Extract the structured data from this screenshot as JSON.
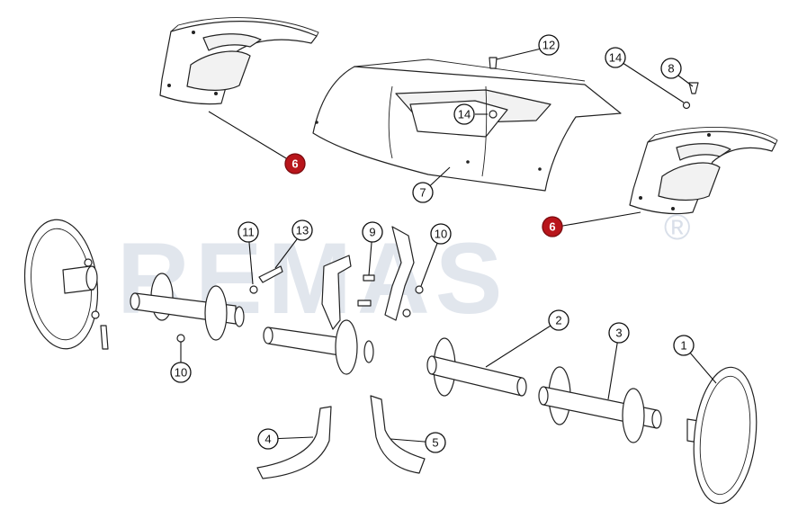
{
  "watermark": {
    "brand": "REMAS",
    "registered_mark": "®"
  },
  "callouts": [
    {
      "id": "c6a",
      "label": "6",
      "highlight": true
    },
    {
      "id": "c7",
      "label": "7",
      "highlight": false
    },
    {
      "id": "c12",
      "label": "12",
      "highlight": false
    },
    {
      "id": "c14a",
      "label": "14",
      "highlight": false
    },
    {
      "id": "c14b",
      "label": "14",
      "highlight": false
    },
    {
      "id": "c8",
      "label": "8",
      "highlight": false
    },
    {
      "id": "c6b",
      "label": "6",
      "highlight": true
    },
    {
      "id": "c11",
      "label": "11",
      "highlight": false
    },
    {
      "id": "c13",
      "label": "13",
      "highlight": false
    },
    {
      "id": "c9",
      "label": "9",
      "highlight": false
    },
    {
      "id": "c10a",
      "label": "10",
      "highlight": false
    },
    {
      "id": "c10b",
      "label": "10",
      "highlight": false
    },
    {
      "id": "c2",
      "label": "2",
      "highlight": false
    },
    {
      "id": "c3",
      "label": "3",
      "highlight": false
    },
    {
      "id": "c1",
      "label": "1",
      "highlight": false
    },
    {
      "id": "c4",
      "label": "4",
      "highlight": false
    },
    {
      "id": "c5",
      "label": "5",
      "highlight": false
    }
  ],
  "colors": {
    "highlight": "#b8151b",
    "watermark": "#c9d2e0",
    "line": "#222222"
  }
}
